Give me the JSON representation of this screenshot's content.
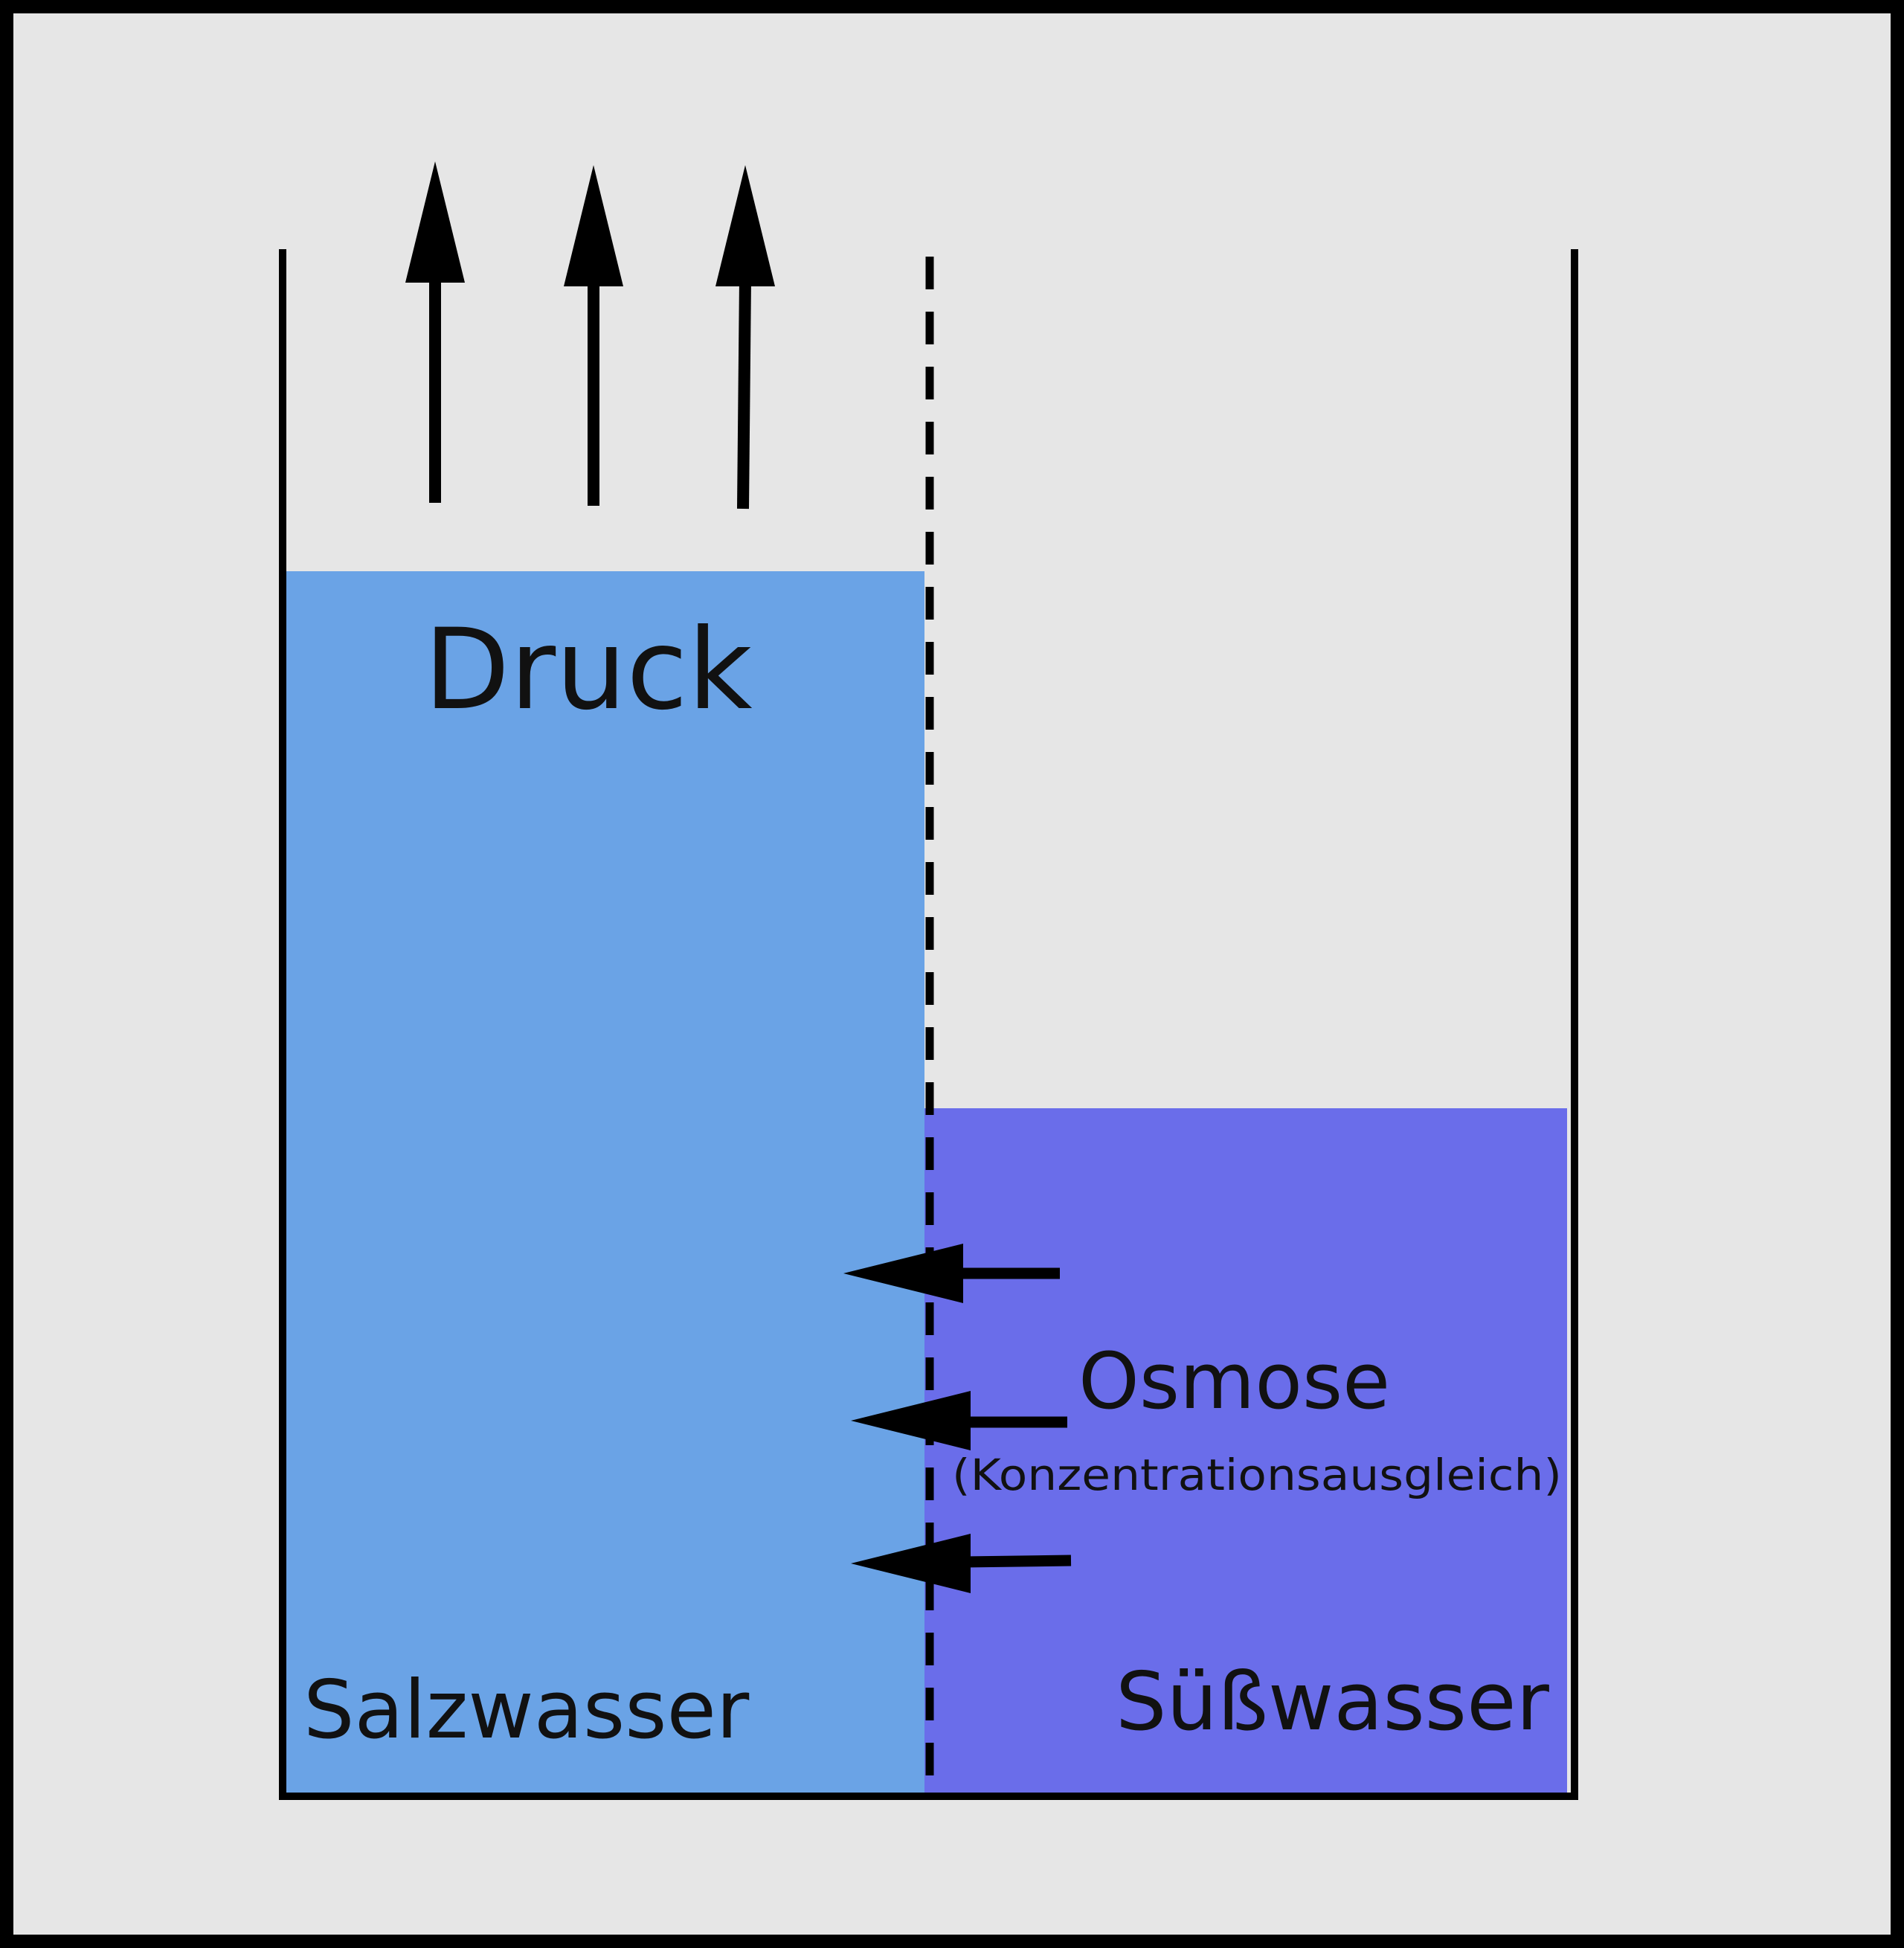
{
  "diagram": {
    "labels": {
      "pressure": "Druck",
      "osmosis": "Osmose",
      "osmosis_note": "(Konzentrationsausgleich)",
      "salt_water": "Salzwasser",
      "fresh_water": "Süßwasser"
    },
    "colors": {
      "background": "#e6e6e6",
      "frame": "#000000",
      "salt_water": "#6aa3e6",
      "fresh_water": "#6a6dea",
      "lines": "#000000"
    },
    "icons": {
      "pressure_arrows": "arrow-up-icon",
      "osmosis_arrows": "arrow-left-icon",
      "membrane": "dashed-line"
    }
  }
}
